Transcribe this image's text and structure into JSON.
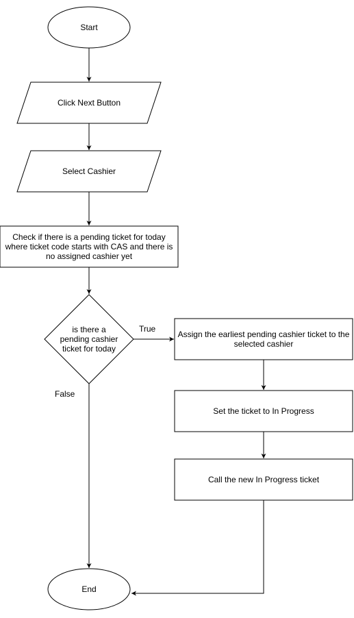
{
  "flowchart": {
    "nodes": [
      {
        "id": "start",
        "shape": "ellipse",
        "label": "Start"
      },
      {
        "id": "click-next",
        "shape": "parallelogram",
        "label": "Click Next Button"
      },
      {
        "id": "select-cashier",
        "shape": "parallelogram",
        "label": "Select Cashier"
      },
      {
        "id": "check-pending",
        "shape": "rectangle",
        "label": "Check if there is a pending ticket for today\nwhere ticket code starts with CAS and there is\nno assigned cashier yet"
      },
      {
        "id": "decision",
        "shape": "diamond",
        "label": "is there a\npending cashier\nticket for today"
      },
      {
        "id": "assign",
        "shape": "rectangle",
        "label": "Assign the earliest pending cashier ticket to the\nselected cashier"
      },
      {
        "id": "set-progress",
        "shape": "rectangle",
        "label": "Set the ticket to In Progress"
      },
      {
        "id": "call-ticket",
        "shape": "rectangle",
        "label": "Call the new In Progress ticket"
      },
      {
        "id": "end",
        "shape": "ellipse",
        "label": "End"
      }
    ],
    "edges": [
      {
        "from": "start",
        "to": "click-next",
        "label": ""
      },
      {
        "from": "click-next",
        "to": "select-cashier",
        "label": ""
      },
      {
        "from": "select-cashier",
        "to": "check-pending",
        "label": ""
      },
      {
        "from": "check-pending",
        "to": "decision",
        "label": ""
      },
      {
        "from": "decision",
        "to": "assign",
        "label": "True"
      },
      {
        "from": "decision",
        "to": "end",
        "label": "False"
      },
      {
        "from": "assign",
        "to": "set-progress",
        "label": ""
      },
      {
        "from": "set-progress",
        "to": "call-ticket",
        "label": ""
      },
      {
        "from": "call-ticket",
        "to": "end",
        "label": ""
      }
    ],
    "colors": {
      "stroke": "#000000",
      "fill": "#ffffff",
      "text": "#000000"
    }
  }
}
